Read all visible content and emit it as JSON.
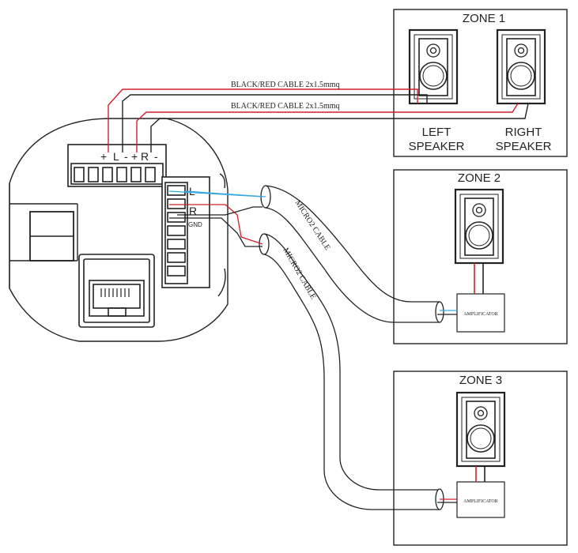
{
  "zones": {
    "zone1": {
      "title": "ZONE 1",
      "left_label_1": "LEFT",
      "left_label_2": "SPEAKER",
      "right_label_1": "RIGHT",
      "right_label_2": "SPEAKER"
    },
    "zone2": {
      "title": "ZONE 2",
      "amp_label": "AMPLIFICATOR"
    },
    "zone3": {
      "title": "ZONE 3",
      "amp_label": "AMPLIFICATOR"
    }
  },
  "cables": {
    "speaker_cable_1": "BLACK/RED CABLE  2x1.5mmq",
    "speaker_cable_2": "BLACK/RED CABLE  2x1.5mmq",
    "micro_cable_1": "MICRO2 CABLE",
    "micro_cable_2": "MICRO2 CABLE"
  },
  "terminals": {
    "speaker_block": {
      "plus_left": "+",
      "L": "L",
      "minus_left": "-",
      "plus_right": "+",
      "R": "R",
      "minus_right": "-"
    },
    "line_block": {
      "L": "L",
      "R": "R",
      "GND": "GND"
    }
  },
  "colors": {
    "red_wire": "#d0202a",
    "blue_wire": "#3aa8e0",
    "line": "#222222"
  }
}
